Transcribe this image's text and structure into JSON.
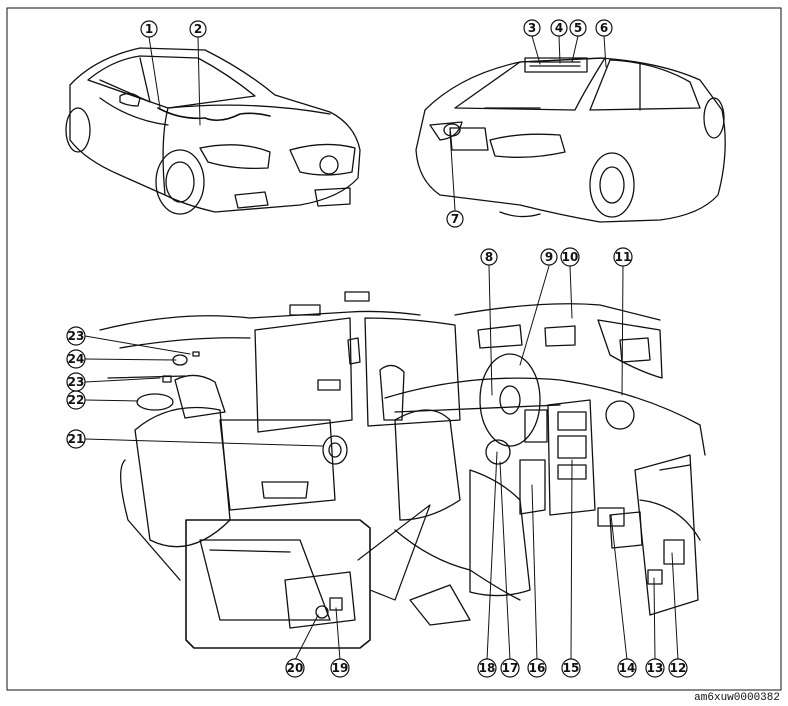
{
  "figure": {
    "reference_code": "am6xuw0000382",
    "callouts": [
      "1",
      "2",
      "3",
      "4",
      "5",
      "6",
      "7",
      "8",
      "9",
      "10",
      "11",
      "12",
      "13",
      "14",
      "15",
      "16",
      "17",
      "18",
      "19",
      "20",
      "21",
      "22",
      "23",
      "24",
      "23"
    ]
  },
  "colors": {
    "ink": "#111111",
    "paper": "#ffffff"
  }
}
